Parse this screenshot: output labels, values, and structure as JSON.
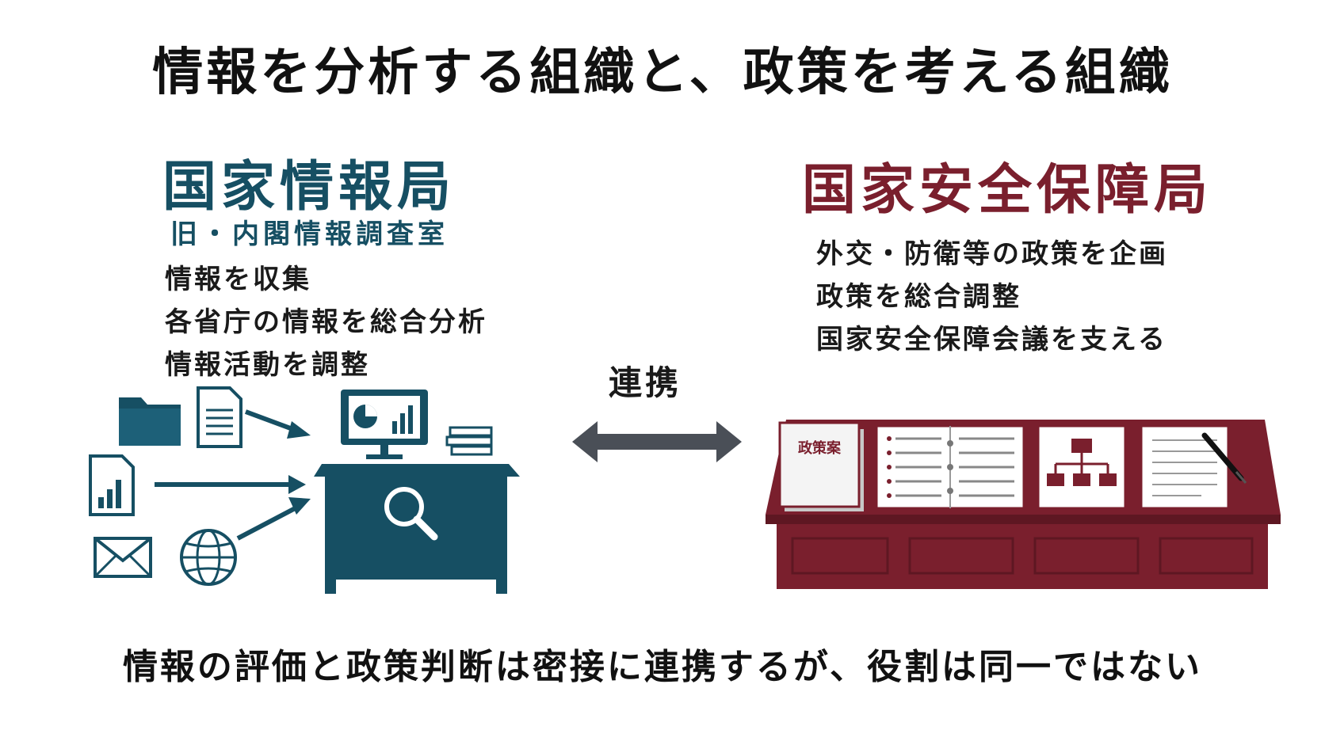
{
  "title": "情報を分析する組織と、政策を考える組織",
  "left_org": {
    "name": "国家情報局",
    "subtitle": "旧・内閣情報調査室",
    "roles": [
      "情報を収集",
      "各省庁の情報を総合分析",
      "情報活動を調整"
    ],
    "color": "#164f63"
  },
  "right_org": {
    "name": "国家安全保障局",
    "roles": [
      "外交・防衛等の政策を企画",
      "政策を総合調整",
      "国家安全保障会議を支える"
    ],
    "color": "#7a1f2d",
    "book_label": "政策案"
  },
  "link_label": "連携",
  "bottom_text": "情報の評価と政策判断は密接に連携するが、役割は同一ではない",
  "icons": {
    "left": [
      "folder-icon",
      "document-icon",
      "chart-document-icon",
      "mail-icon",
      "globe-icon",
      "monitor-chart-icon",
      "book-stack-icon",
      "magnifier-icon"
    ],
    "right": [
      "policy-book-icon",
      "binder-checklist-icon",
      "org-chart-icon",
      "notepad-pen-icon"
    ]
  }
}
